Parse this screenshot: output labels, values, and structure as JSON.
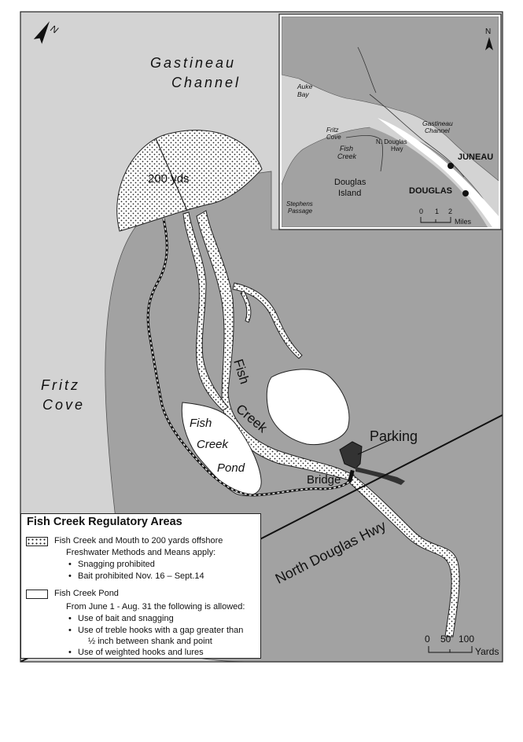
{
  "water_labels": {
    "gastineau_line1": "Gastineau",
    "gastineau_line2": "Channel",
    "fritz_line1": "Fritz",
    "fritz_line2": "Cove"
  },
  "map_labels": {
    "distance": "200 yds",
    "fish_creek_stream_line1": "Fish",
    "fish_creek_stream_line2": "Creek",
    "pond_line1": "Fish",
    "pond_line2": "Creek",
    "pond_line3": "Pond",
    "parking": "Parking",
    "bridge": "Bridge",
    "road": "North Douglas Hwy"
  },
  "north_arrow": {
    "letter": "N",
    "icon": "north-arrow-icon"
  },
  "inset": {
    "auke_line1": "Auke",
    "auke_line2": "Bay",
    "fritz_line1": "Fritz",
    "fritz_line2": "Cove",
    "fish_line1": "Fish",
    "fish_line2": "Creek",
    "hwy_line1": "N. Douglas",
    "hwy_line2": "Hwy",
    "gastineau_line1": "Gastineau",
    "gastineau_line2": "Channel",
    "juneau": "JUNEAU",
    "douglas": "DOUGLAS",
    "island_line1": "Douglas",
    "island_line2": "Island",
    "stephens_line1": "Stephens",
    "stephens_line2": "Passage",
    "scale_ticks": [
      "0",
      "1",
      "2"
    ],
    "scale_unit": "Miles",
    "north": "N"
  },
  "scale": {
    "ticks": [
      "0",
      "50",
      "100"
    ],
    "unit": "Yards"
  },
  "legend": {
    "title": "Fish Creek Regulatory Areas",
    "item1": {
      "heading": "Fish Creek and Mouth to 200 yards offshore",
      "subheading": "Freshwater Methods and Means apply:",
      "bullets": [
        "Snagging prohibited",
        "Bait prohibited Nov. 16 – Sept.14"
      ]
    },
    "item2": {
      "heading": "Fish Creek Pond",
      "subheading": "From June 1 - Aug. 31 the following is allowed:",
      "bullets": [
        "Use of bait and snagging",
        "Use of treble hooks with a gap greater than",
        "Use of weighted hooks and lures"
      ],
      "bullet2_cont": "½ inch between shank and point"
    }
  },
  "colors": {
    "water": "#d3d3d3",
    "land": "#a2a2a2",
    "regulated_area": "#ffffff",
    "outline": "#222222",
    "parking": "#333333"
  }
}
